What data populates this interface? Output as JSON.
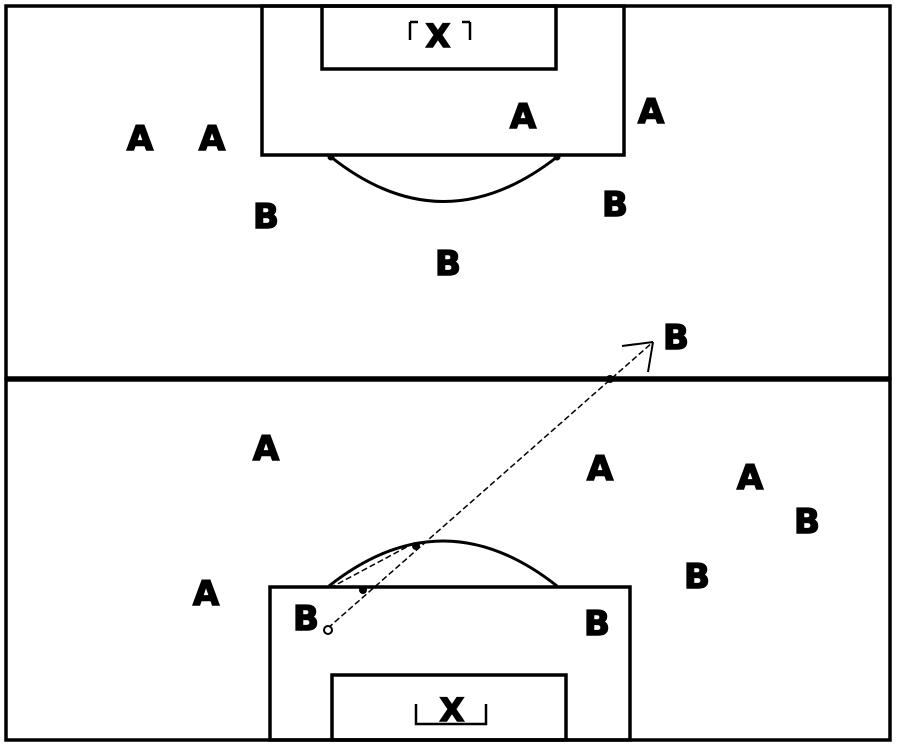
{
  "players": [
    {
      "team": "A",
      "label": "A"
    },
    {
      "team": "A",
      "label": "A"
    },
    {
      "team": "A",
      "label": "A"
    },
    {
      "team": "A",
      "label": "A"
    },
    {
      "team": "B",
      "label": "B"
    },
    {
      "team": "B",
      "label": "B"
    },
    {
      "team": "B",
      "label": "B"
    },
    {
      "team": "B",
      "label": "B"
    },
    {
      "team": "A",
      "label": "A"
    },
    {
      "team": "A",
      "label": "A"
    },
    {
      "team": "A",
      "label": "A"
    },
    {
      "team": "A",
      "label": "A"
    },
    {
      "team": "B",
      "label": "B"
    },
    {
      "team": "B",
      "label": "B"
    },
    {
      "team": "B",
      "label": "B"
    },
    {
      "team": "B",
      "label": "B"
    }
  ],
  "goals": [
    {
      "label": "X"
    },
    {
      "label": "X"
    }
  ]
}
